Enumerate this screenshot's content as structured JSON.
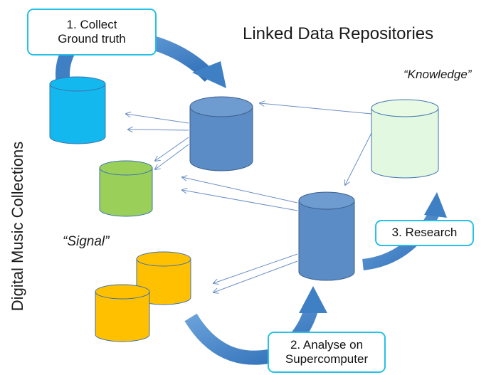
{
  "title": "Linked Data Repositories",
  "side_label": "Digital Music Collections",
  "tags": {
    "knowledge": "“Knowledge”",
    "signal": "“Signal”"
  },
  "steps": [
    {
      "label": "1. Collect\nGround truth"
    },
    {
      "label": "2. Analyse on\nSupercomputer"
    },
    {
      "label": "3. Research"
    }
  ],
  "colors": {
    "cyan": "#12b8ee",
    "repo_blue": "#5b8cc5",
    "green": "#9ad05a",
    "light_green": "#e3f8e0",
    "gold": "#ffc000",
    "arrow_blue": "#3f7fc4",
    "box_border": "#27c0e6"
  }
}
